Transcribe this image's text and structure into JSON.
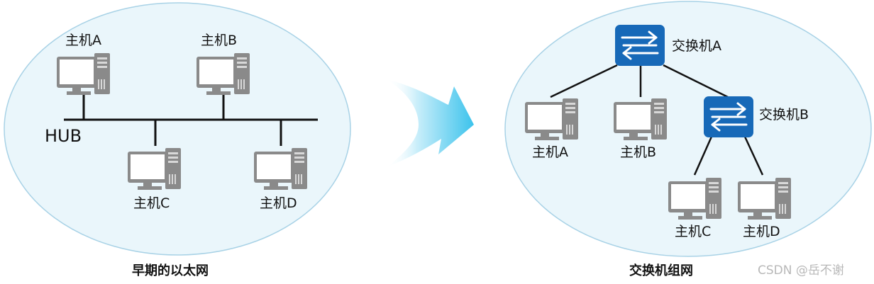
{
  "left_network": {
    "caption": "早期的以太网",
    "hub_label": "HUB",
    "hosts": [
      "主机A",
      "主机B",
      "主机C",
      "主机D"
    ]
  },
  "right_network": {
    "caption": "交换机组网",
    "switches": [
      "交换机A",
      "交换机B"
    ],
    "hosts": [
      "主机A",
      "主机B",
      "主机C",
      "主机D"
    ]
  },
  "watermark": "CSDN @岳不谢",
  "colors": {
    "ellipse_fill": "#eaf6fb",
    "ellipse_stroke": "#a8d2e6",
    "switch_blue": "#1769b8",
    "arrow_cyan": "#3cc3ec",
    "computer_gray": "#8a8a8a"
  }
}
